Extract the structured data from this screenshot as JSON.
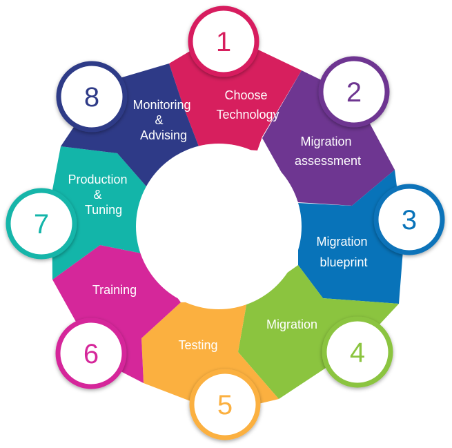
{
  "steps": [
    {
      "number": "1",
      "lines": [
        "Choose",
        "Technology"
      ],
      "color": "#D71F5E"
    },
    {
      "number": "2",
      "lines": [
        "Migration",
        "assessment"
      ],
      "color": "#6E3691"
    },
    {
      "number": "3",
      "lines": [
        "Migration",
        "blueprint"
      ],
      "color": "#0873B9"
    },
    {
      "number": "4",
      "lines": [
        "Migration"
      ],
      "color": "#8BC43F"
    },
    {
      "number": "5",
      "lines": [
        "Testing"
      ],
      "color": "#FBB040"
    },
    {
      "number": "6",
      "lines": [
        "Training"
      ],
      "color": "#D5279A"
    },
    {
      "number": "7",
      "lines": [
        "Production",
        "&",
        "Tuning"
      ],
      "color": "#13B5A9"
    },
    {
      "number": "8",
      "lines": [
        "Monitoring",
        "&",
        "Advising"
      ],
      "color": "#2E3A87"
    }
  ]
}
